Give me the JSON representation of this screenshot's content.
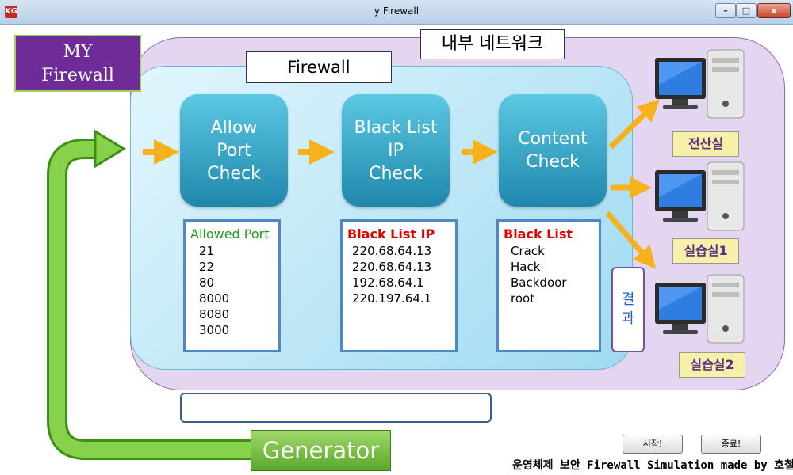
{
  "window": {
    "title": "y Firewall",
    "app_icon_text": "KG",
    "controls": {
      "minimize": "–",
      "maximize": "□",
      "close": "x"
    }
  },
  "app": {
    "logo_line1": "MY",
    "logo_line2": "Firewall",
    "network_label": "내부 네트워크",
    "firewall_label": "Firewall"
  },
  "checks": [
    {
      "label": "Allow\nPort\nCheck"
    },
    {
      "label": "Black List\nIP\nCheck"
    },
    {
      "label": "Content\nCheck"
    }
  ],
  "lists": {
    "allowed_port": {
      "title": "Allowed Port",
      "items": [
        "21",
        "22",
        "80",
        "8000",
        "8080",
        "3000"
      ]
    },
    "black_list_ip": {
      "title": "Black List IP",
      "items": [
        "220.68.64.13",
        "220.68.64.13",
        "192.68.64.1",
        "220.197.64.1"
      ]
    },
    "black_list": {
      "title": "Black List",
      "items": [
        "Crack",
        "Hack",
        "Backdoor",
        "root"
      ]
    }
  },
  "result_label": "결\n과",
  "rooms": [
    "전산실",
    "실습실1",
    "실습실2"
  ],
  "icons": {
    "computer": "computer-icon",
    "arrow": "arrow-right-icon"
  },
  "status_field_value": "",
  "buttons": {
    "generator": "Generator",
    "start": "시작!",
    "end": "종료!"
  },
  "credit": "운영체제 보안 Firewall Simulation made by 호철",
  "colors": {
    "accent_purple": "#6f2b98",
    "check_blue": "#2a9cc4",
    "arrow_orange": "#f5b21c",
    "arrow_green": "#7fca3f",
    "allowed_green": "#1d9c1d",
    "blacklist_red": "#e00000"
  }
}
